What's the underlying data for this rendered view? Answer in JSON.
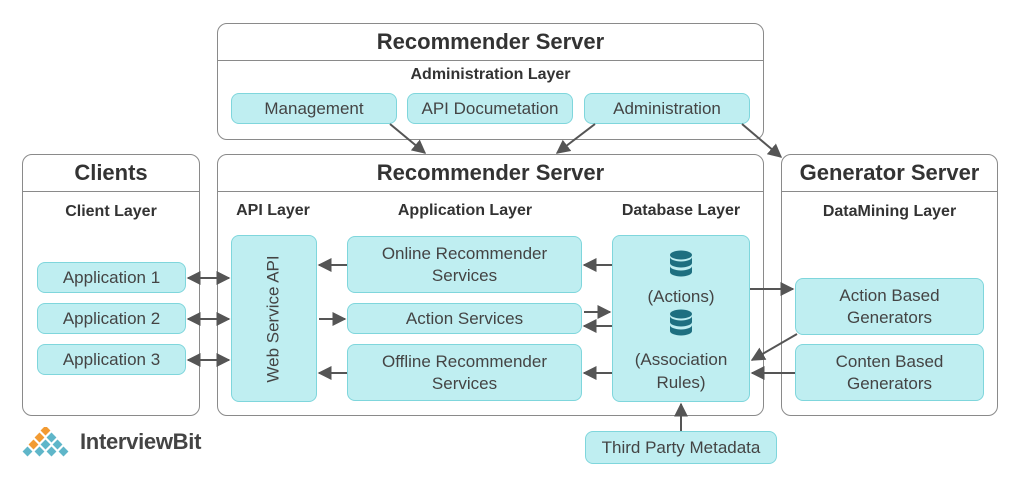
{
  "admin_server": {
    "title": "Recommender Server",
    "layer": "Administration Layer",
    "items": [
      "Management",
      "API Documetation",
      "Administration"
    ]
  },
  "clients": {
    "title": "Clients",
    "layer": "Client Layer",
    "items": [
      "Application 1",
      "Application 2",
      "Application 3"
    ]
  },
  "main_server": {
    "title": "Recommender Server",
    "api_layer": "API Layer",
    "app_layer": "Application Layer",
    "db_layer": "Database Layer",
    "web_service": "Web Service API",
    "app_items": [
      {
        "line1": "Online Recommender",
        "line2": "Services"
      },
      {
        "line1": "Action Services",
        "line2": ""
      },
      {
        "line1": "Offline Recommender",
        "line2": "Services"
      }
    ],
    "db_items": [
      {
        "line1": "(Actions)",
        "line2": ""
      },
      {
        "line1": "(Association",
        "line2": "Rules)"
      }
    ]
  },
  "generator_server": {
    "title": "Generator Server",
    "layer": "DataMining Layer",
    "items": [
      {
        "line1": "Action Based",
        "line2": "Generators"
      },
      {
        "line1": "Conten Based",
        "line2": "Generators"
      }
    ]
  },
  "external": {
    "third_party": "Third Party Metadata"
  },
  "brand": {
    "name": "InterviewBit"
  },
  "colors": {
    "box_fill": "#bfeef1",
    "box_border": "#7fd6dc",
    "arrow": "#555555",
    "logo_primary": "#f29b33",
    "logo_secondary": "#5fb6c9"
  }
}
